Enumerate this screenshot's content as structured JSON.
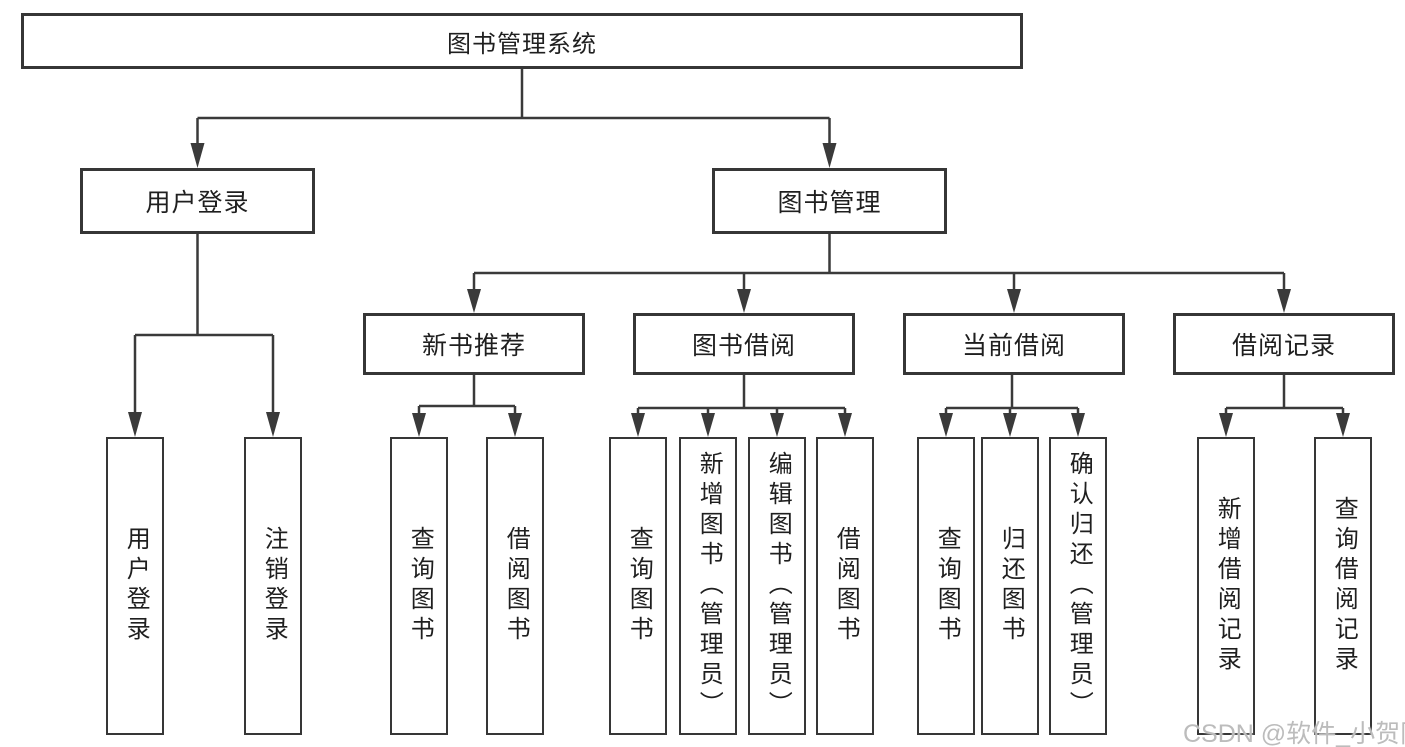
{
  "diagram": {
    "title": "图书管理系统",
    "watermark": "CSDN @软件_小贺同学",
    "colors": {
      "line": "#3a3a3a",
      "border": "#363636",
      "text": "#1f1f1f",
      "watermark": "#bcbcbc",
      "background": "#ffffff"
    },
    "nodes": {
      "root": {
        "label": "图书管理系统"
      },
      "login": {
        "label": "用户登录"
      },
      "mgmt": {
        "label": "图书管理"
      },
      "newrec": {
        "label": "新书推荐"
      },
      "borrow": {
        "label": "图书借阅"
      },
      "current": {
        "label": "当前借阅"
      },
      "records": {
        "label": "借阅记录"
      },
      "login_1": {
        "label": "用户登录"
      },
      "login_2": {
        "label": "注销登录"
      },
      "newrec_1": {
        "label": "查询图书"
      },
      "newrec_2": {
        "label": "借阅图书"
      },
      "borrow_1": {
        "label": "查询图书"
      },
      "borrow_2": {
        "label": "新增图书（管理员）"
      },
      "borrow_3": {
        "label": "编辑图书（管理员）"
      },
      "borrow_4": {
        "label": "借阅图书"
      },
      "current_1": {
        "label": "查询图书"
      },
      "current_2": {
        "label": "归还图书"
      },
      "current_3": {
        "label": "确认归还（管理员）"
      },
      "records_1": {
        "label": "新增借阅记录"
      },
      "records_2": {
        "label": "查询借阅记录"
      }
    },
    "structure": {
      "图书管理系统": {
        "用户登录": [
          "用户登录",
          "注销登录"
        ],
        "图书管理": {
          "新书推荐": [
            "查询图书",
            "借阅图书"
          ],
          "图书借阅": [
            "查询图书",
            "新增图书（管理员）",
            "编辑图书（管理员）",
            "借阅图书"
          ],
          "当前借阅": [
            "查询图书",
            "归还图书",
            "确认归还（管理员）"
          ],
          "借阅记录": [
            "新增借阅记录",
            "查询借阅记录"
          ]
        }
      }
    }
  }
}
